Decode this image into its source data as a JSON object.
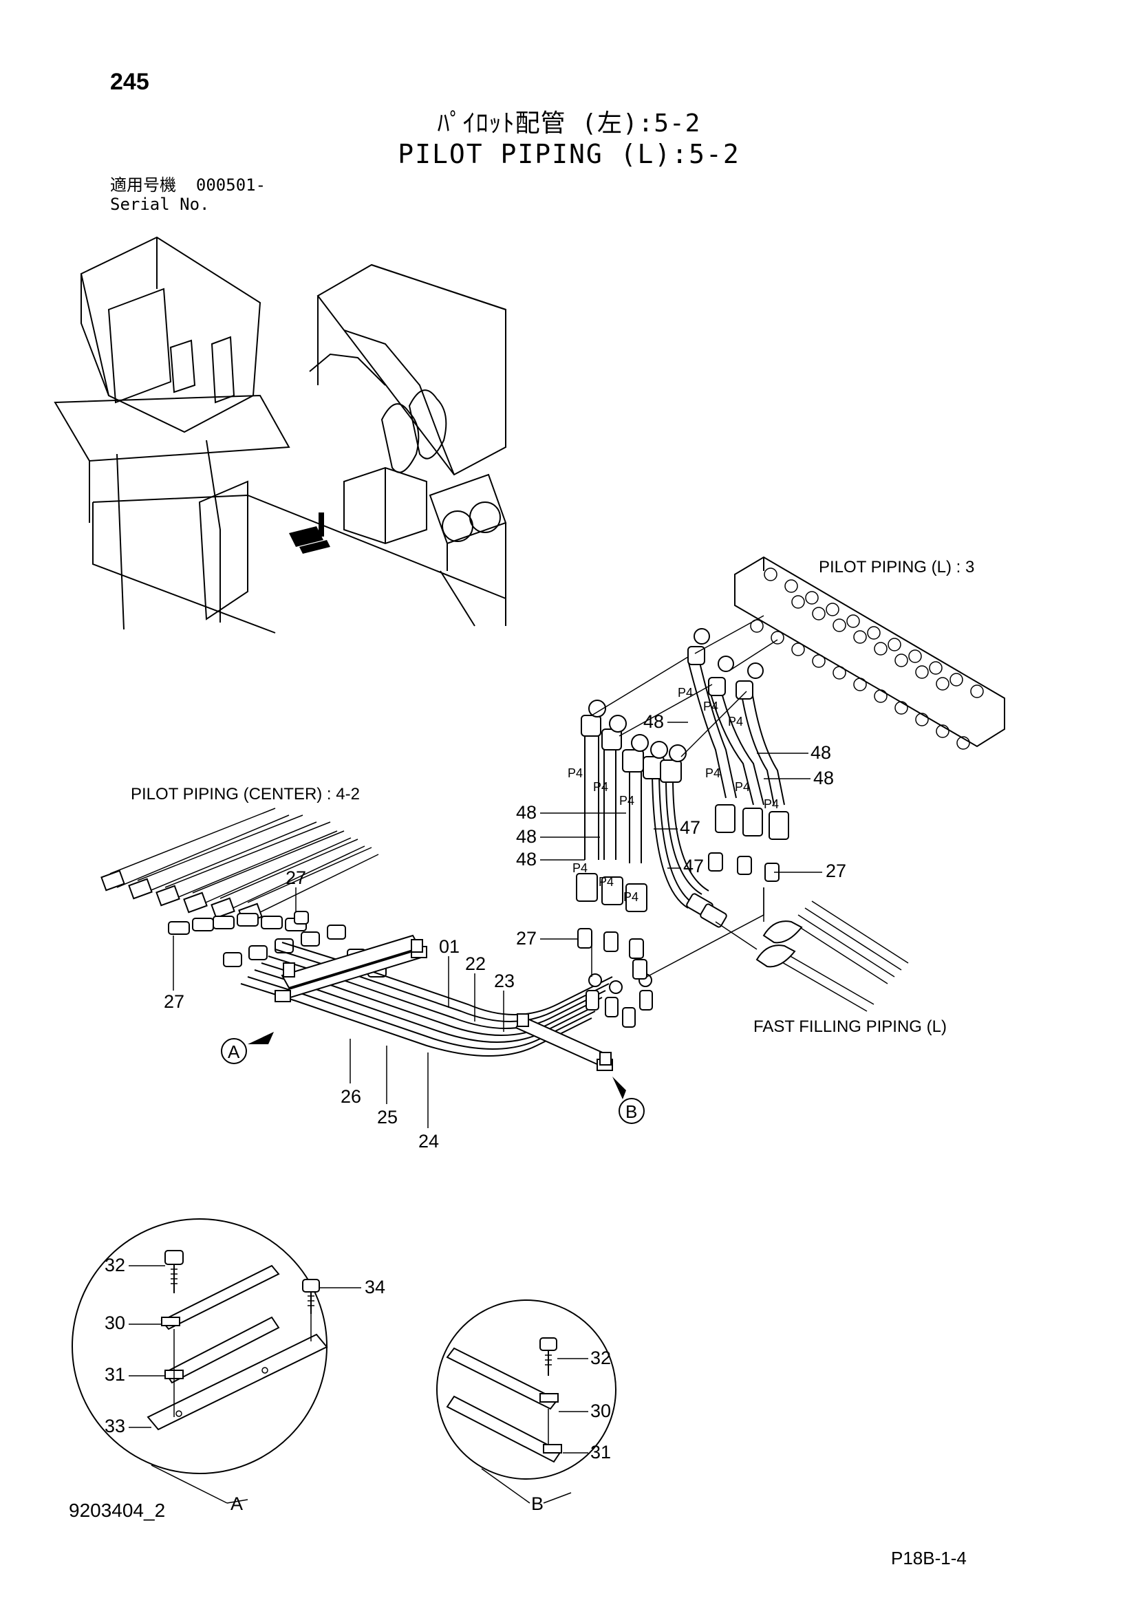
{
  "header": {
    "page_number": "245",
    "title_jp": "ﾊﾟｲﾛｯﾄ配管 (左):5-2",
    "title_en": "PILOT PIPING (L):5-2",
    "serial_label_jp": "適用号機",
    "serial_value": "000501-",
    "serial_label_en": "Serial No."
  },
  "references": {
    "pilot_l3": "PILOT  PIPING (L) : 3",
    "pilot_center": "PILOT  PIPING (CENTER) : 4-2",
    "fast_filling": "FAST  FILLING  PIPING (L)"
  },
  "callouts": {
    "c01": "01",
    "c22": "22",
    "c23": "23",
    "c24": "24",
    "c25": "25",
    "c26": "26",
    "c27a": "27",
    "c27b": "27",
    "c27c": "27",
    "c27d": "27",
    "c47a": "47",
    "c47b": "47",
    "c48a": "48",
    "c48b": "48",
    "c48c": "48",
    "c48d": "48",
    "c48e": "48",
    "c48f": "48",
    "p4": "P4"
  },
  "detail_a": {
    "label": "A",
    "c32": "32",
    "c34": "34",
    "c30": "30",
    "c31": "31",
    "c33": "33"
  },
  "detail_b": {
    "label": "B",
    "c32": "32",
    "c30": "30",
    "c31": "31"
  },
  "view_markers": {
    "a": "A",
    "b": "B"
  },
  "footer": {
    "doc_code": "9203404_2",
    "page_ref": "P18B-1-4"
  }
}
